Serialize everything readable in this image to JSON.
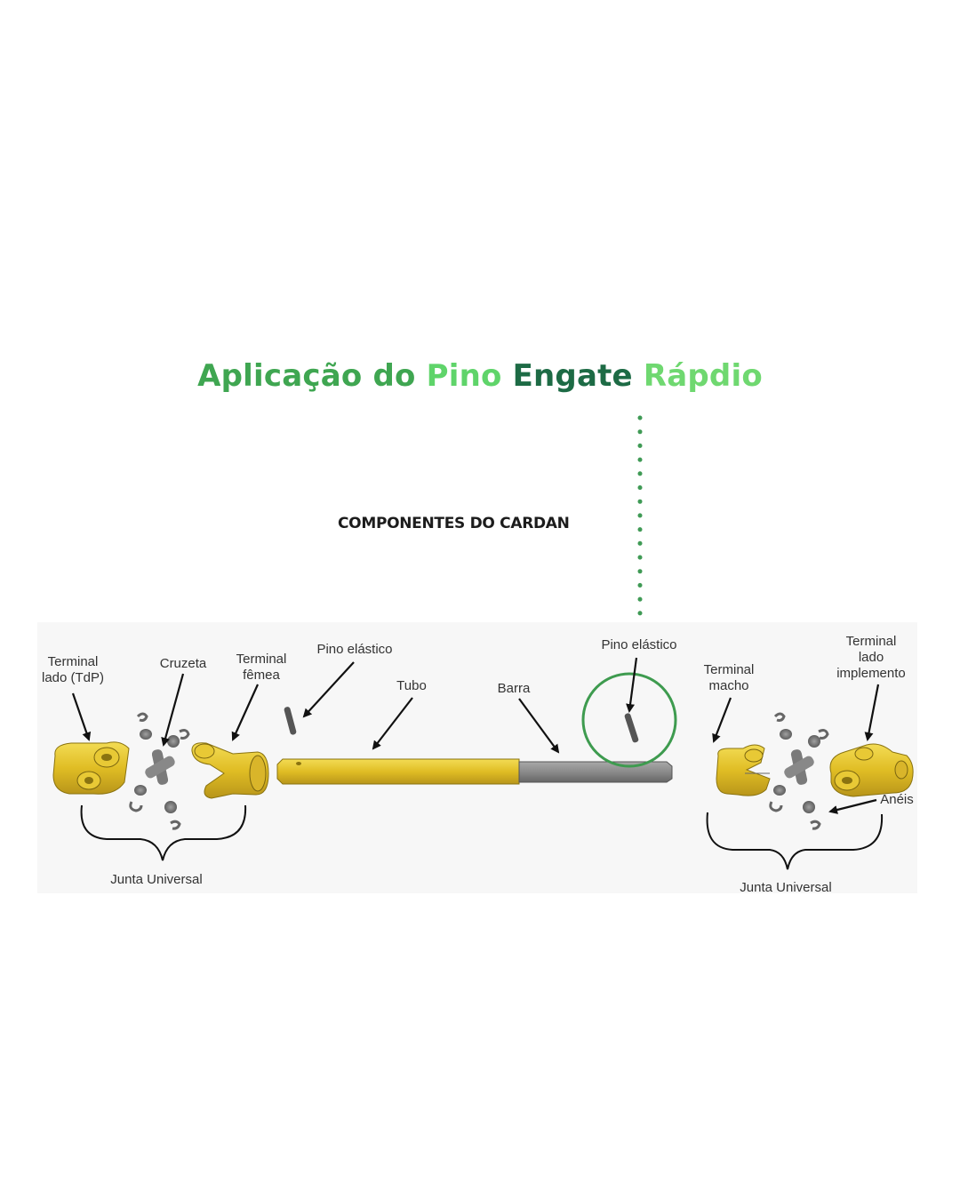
{
  "title": {
    "segments": [
      {
        "text": "Aplicação do ",
        "color": "#3fa651"
      },
      {
        "text": "Pino ",
        "color": "#5fd46a"
      },
      {
        "text": "Engate ",
        "color": "#1d6b45"
      },
      {
        "text": "Rápdio",
        "color": "#6fd870"
      }
    ],
    "full": "Aplicação do Pino Engate Rápdio"
  },
  "subtitle": "COMPONENTES DO CARDAN",
  "colors": {
    "accent_green": "#3e9b4f",
    "dot_green": "#3f9a55",
    "yoke_yellow": "#e3c22d",
    "steel_gray": "#808080",
    "panel_bg": "#f7f7f7",
    "label_text": "#333333"
  },
  "diagram": {
    "labels": {
      "terminal_tdp": "Terminal\nlado (TdP)",
      "cruzeta": "Cruzeta",
      "terminal_femea": "Terminal\nfêmea",
      "pino_elastico_left": "Pino elástico",
      "tubo": "Tubo",
      "barra": "Barra",
      "pino_elastico_right": "Pino elástico",
      "terminal_macho": "Terminal\nmacho",
      "terminal_implemento": "Terminal\nlado\nimplemento",
      "aneis": "Anéis",
      "junta_universal_left": "Junta Universal",
      "junta_universal_right": "Junta Universal"
    },
    "highlight": {
      "target": "Pino elástico",
      "connector": "dotted-line",
      "shape": "circle"
    }
  }
}
